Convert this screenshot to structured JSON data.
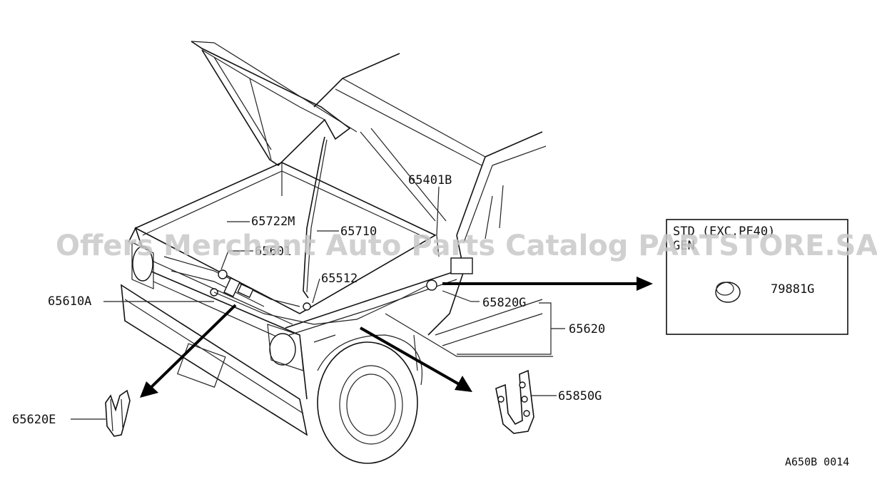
{
  "watermark": "Offers Merchant Auto Parts Catalog PARTSTORE.SA",
  "diagram_code": "A650B 0014",
  "inset": {
    "line1": "STD (EXC.PF40)",
    "line2": "GEN",
    "part": "79881G"
  },
  "parts": {
    "p65401B": "65401B",
    "p65722M": "65722M",
    "p65710": "65710",
    "p65601": "65601",
    "p65512": "65512",
    "p65610A": "65610A",
    "p65820G": "65820G",
    "p65620": "65620",
    "p65850G": "65850G",
    "p65620E": "65620E"
  }
}
